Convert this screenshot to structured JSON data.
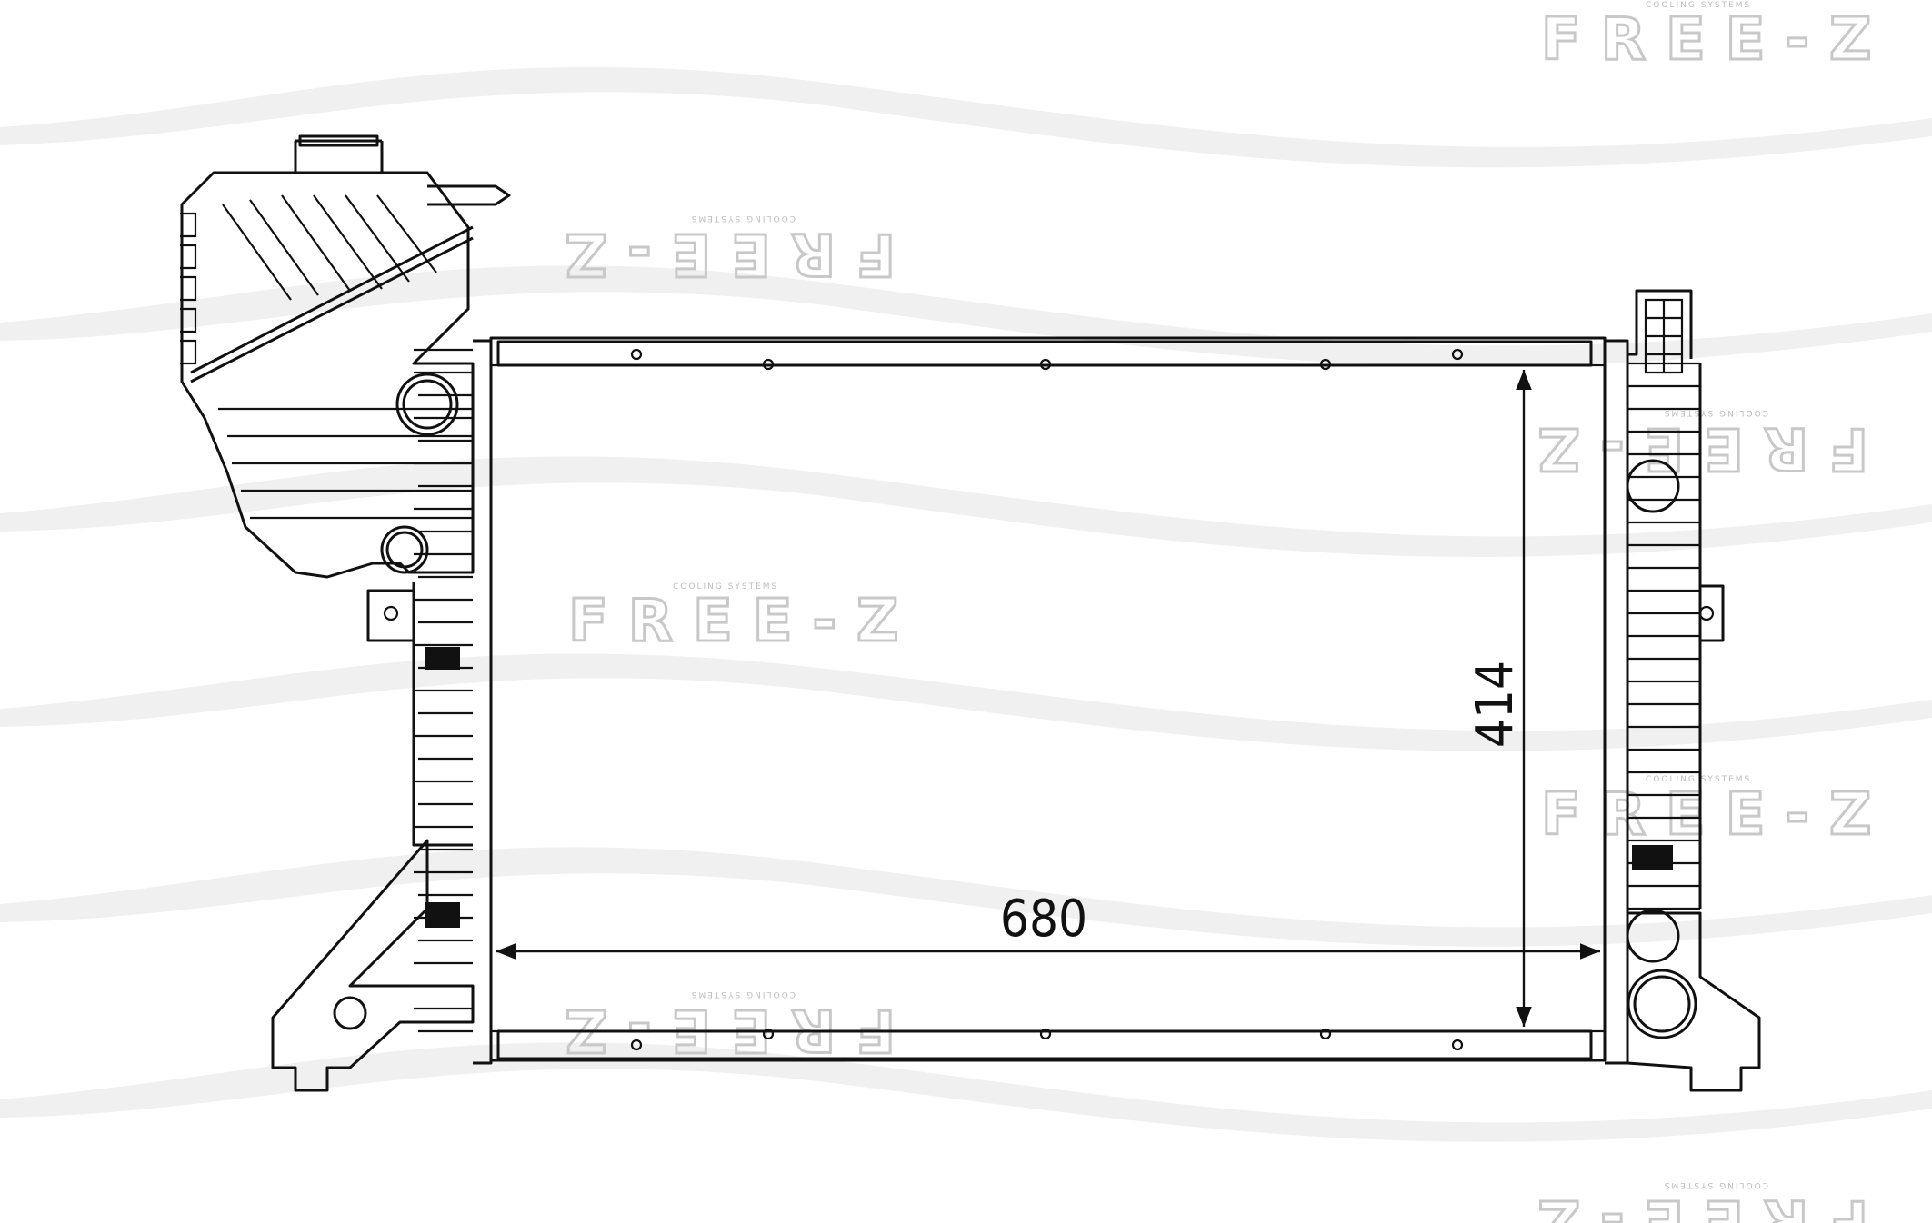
{
  "diagram": {
    "width_label": "680",
    "height_label": "414"
  },
  "watermark": {
    "brand": "FREE-Z",
    "tagline": "COOLING SYSTEMS"
  },
  "colors": {
    "line": "#111111",
    "watermark": "#c8c8c8",
    "wave": "#ececec",
    "background": "#ffffff"
  }
}
